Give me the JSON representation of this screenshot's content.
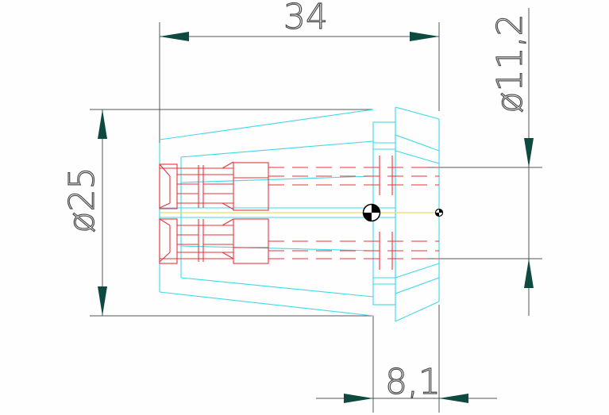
{
  "dimensions": {
    "length": "34",
    "small_diameter": "ø11,2",
    "large_diameter": "ø25",
    "nose_length": "8,1"
  },
  "colors": {
    "outline": "#3fd8ea",
    "hidden": "#e8343a",
    "centerline": "#e8e060",
    "dimension": "#555555",
    "arrow": "#0d4a40"
  },
  "icons": {
    "center_mark_large": "center-of-gravity-symbol",
    "center_mark_small": "center-of-gravity-symbol"
  }
}
